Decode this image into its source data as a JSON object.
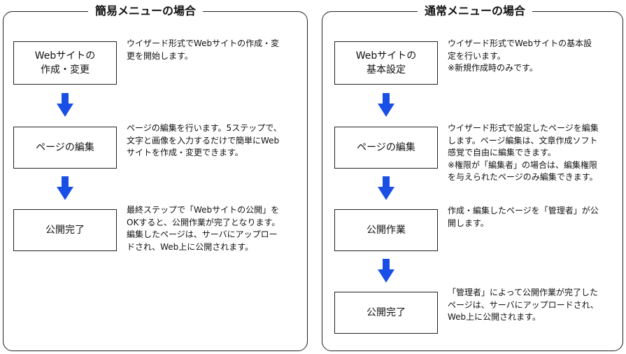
{
  "simple": {
    "title": "簡易メニューの場合",
    "steps": [
      {
        "label": "Webサイトの\n作成・変更",
        "desc": "ウイザード形式でWebサイトの作成・変\n更を開始します。"
      },
      {
        "label": "ページの編集",
        "desc": "ページの編集を行います。5ステップで、\n文字と画像を入力するだけで簡単にWeb\nサイトを作成・変更できます。"
      },
      {
        "label": "公開完了",
        "desc": "最終ステップで「Webサイトの公開」を\nOKすると、公開作業が完了となります。\n編集したページは、サーバにアップロー\nドされ、Web上に公開されます。"
      }
    ]
  },
  "normal": {
    "title": "通常メニューの場合",
    "steps": [
      {
        "label": "Webサイトの\n基本設定",
        "desc": "ウイザード形式でWebサイトの基本設\n定を行います。\n※新規作成時のみです。"
      },
      {
        "label": "ページの編集",
        "desc": "ウイザード形式で設定したページを編集\nします。ページ編集は、文章作成ソフト\n感覚で自由に編集できます。\n※権限が「編集者」の場合は、編集権限\nを与えられたページのみ編集できます。"
      },
      {
        "label": "公開作業",
        "desc": "作成・編集したページを「管理者」が公\n開します。"
      },
      {
        "label": "公開完了",
        "desc": "「管理者」によって公開作業が完了した\nページは、サーバにアップロードされ、\nWeb上に公開されます。"
      }
    ]
  },
  "colors": {
    "arrow": "#1a4fe6",
    "border": "#222222"
  }
}
